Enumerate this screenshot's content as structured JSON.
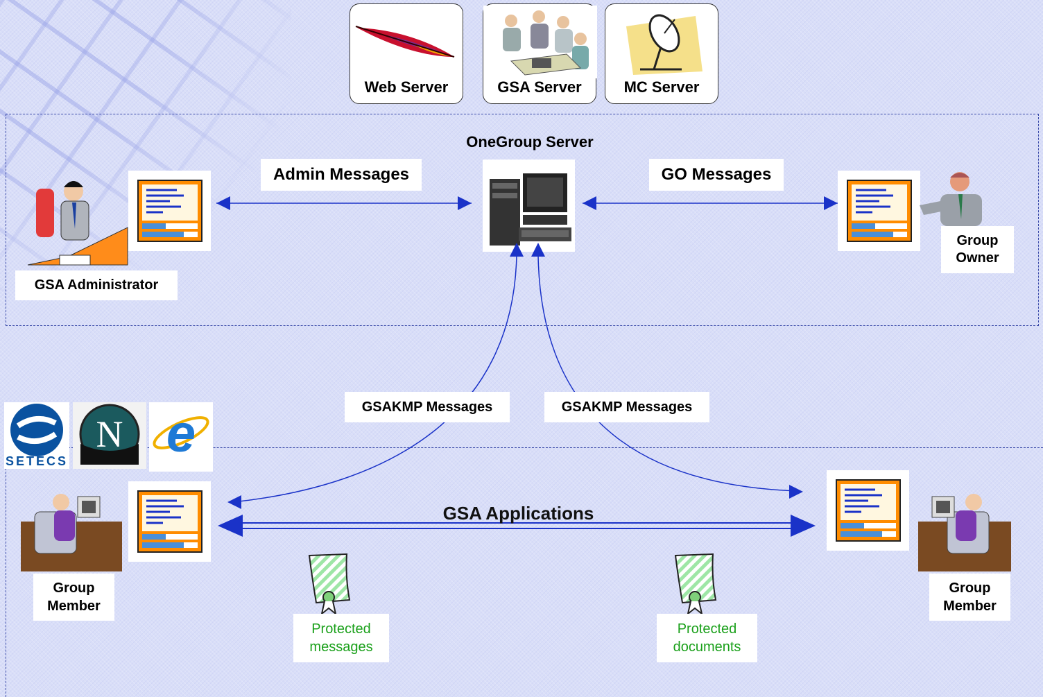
{
  "servers": [
    {
      "label": "Web Server",
      "icon": "feather-icon"
    },
    {
      "label": "GSA Server",
      "icon": "team-meeting-icon"
    },
    {
      "label": "MC Server",
      "icon": "satellite-dish-icon"
    }
  ],
  "onegroup_server": "OneGroup Server",
  "admin_messages": "Admin Messages",
  "go_messages": "GO Messages",
  "gsa_administrator": "GSA Administrator",
  "group_owner": "Group\nOwner",
  "gsakmp_left": "GSAKMP Messages",
  "gsakmp_right": "GSAKMP Messages",
  "gsa_applications": "GSA Applications",
  "group_member_left": "Group\nMember",
  "group_member_right": "Group\nMember",
  "protected_messages": "Protected\nmessages",
  "protected_documents": "Protected\ndocuments",
  "logos": {
    "setecs": "SETECS",
    "netscape": "N",
    "ie": "e"
  },
  "colors": {
    "arrow": "#1a32c8",
    "dashed_border": "#3a4aa8",
    "protected_text": "#1aa01a",
    "monitor_frame": "#ff8c00"
  }
}
